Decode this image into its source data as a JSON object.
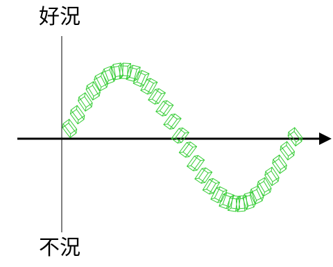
{
  "labels": {
    "top": "好況",
    "bottom": "不況"
  },
  "colors": {
    "axis": "#000000",
    "curve": "#33cc33"
  },
  "icons": {
    "x_axis": "arrow-right",
    "marker": "wireframe-box"
  },
  "chart_data": {
    "type": "line",
    "description_shape": "single-period sine wave",
    "x": [
      0.0,
      0.25,
      0.5,
      0.75,
      1.0
    ],
    "y": [
      0.0,
      1.0,
      0.0,
      -1.0,
      0.0
    ],
    "marker_count": 30
  }
}
